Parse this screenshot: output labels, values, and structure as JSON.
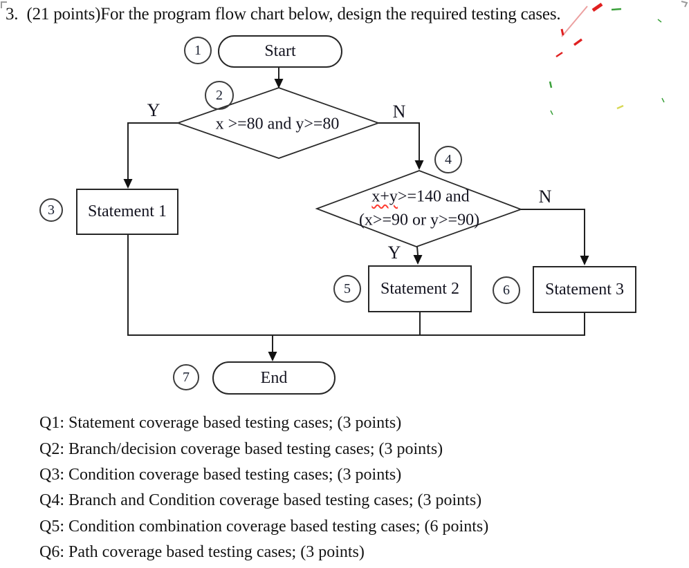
{
  "title": "3.  (21 points)For the program flow chart below, design the required testing cases.",
  "colors": {
    "ink": "#161616",
    "connector_line": "#212121",
    "spellcheck_underline": "#ff3b30",
    "pen_red": "#e02020",
    "pen_pink": "#eca0a0",
    "pen_green": "#3aa03a",
    "pen_yellow": "#d8d855"
  },
  "flowchart": {
    "nodes": {
      "start": {
        "badge": "1",
        "label": "Start"
      },
      "decision1": {
        "badge": "2",
        "label": "x >=80 and y>=80"
      },
      "statement1": {
        "badge": "3",
        "label": "Statement 1"
      },
      "decision2": {
        "badge": "4",
        "line1_underlined": "x+y",
        "line1_rest": ">=140 and",
        "line2": "(x>=90 or y>=90)"
      },
      "statement2": {
        "badge": "5",
        "label": "Statement 2"
      },
      "statement3": {
        "badge": "6",
        "label": "Statement 3"
      },
      "end": {
        "badge": "7",
        "label": "End"
      }
    },
    "edge_labels": {
      "decision1_yes": "Y",
      "decision1_no": "N",
      "decision2_yes": "Y",
      "decision2_no": "N"
    }
  },
  "questions": [
    "Q1: Statement coverage based testing cases; (3 points)",
    "Q2: Branch/decision coverage based testing cases; (3 points)",
    "Q3: Condition coverage based testing cases; (3 points)",
    "Q4: Branch and Condition coverage based testing cases; (3 points)",
    "Q5: Condition combination coverage based testing cases; (6 points)",
    "Q6: Path coverage based testing cases; (3 points)"
  ]
}
